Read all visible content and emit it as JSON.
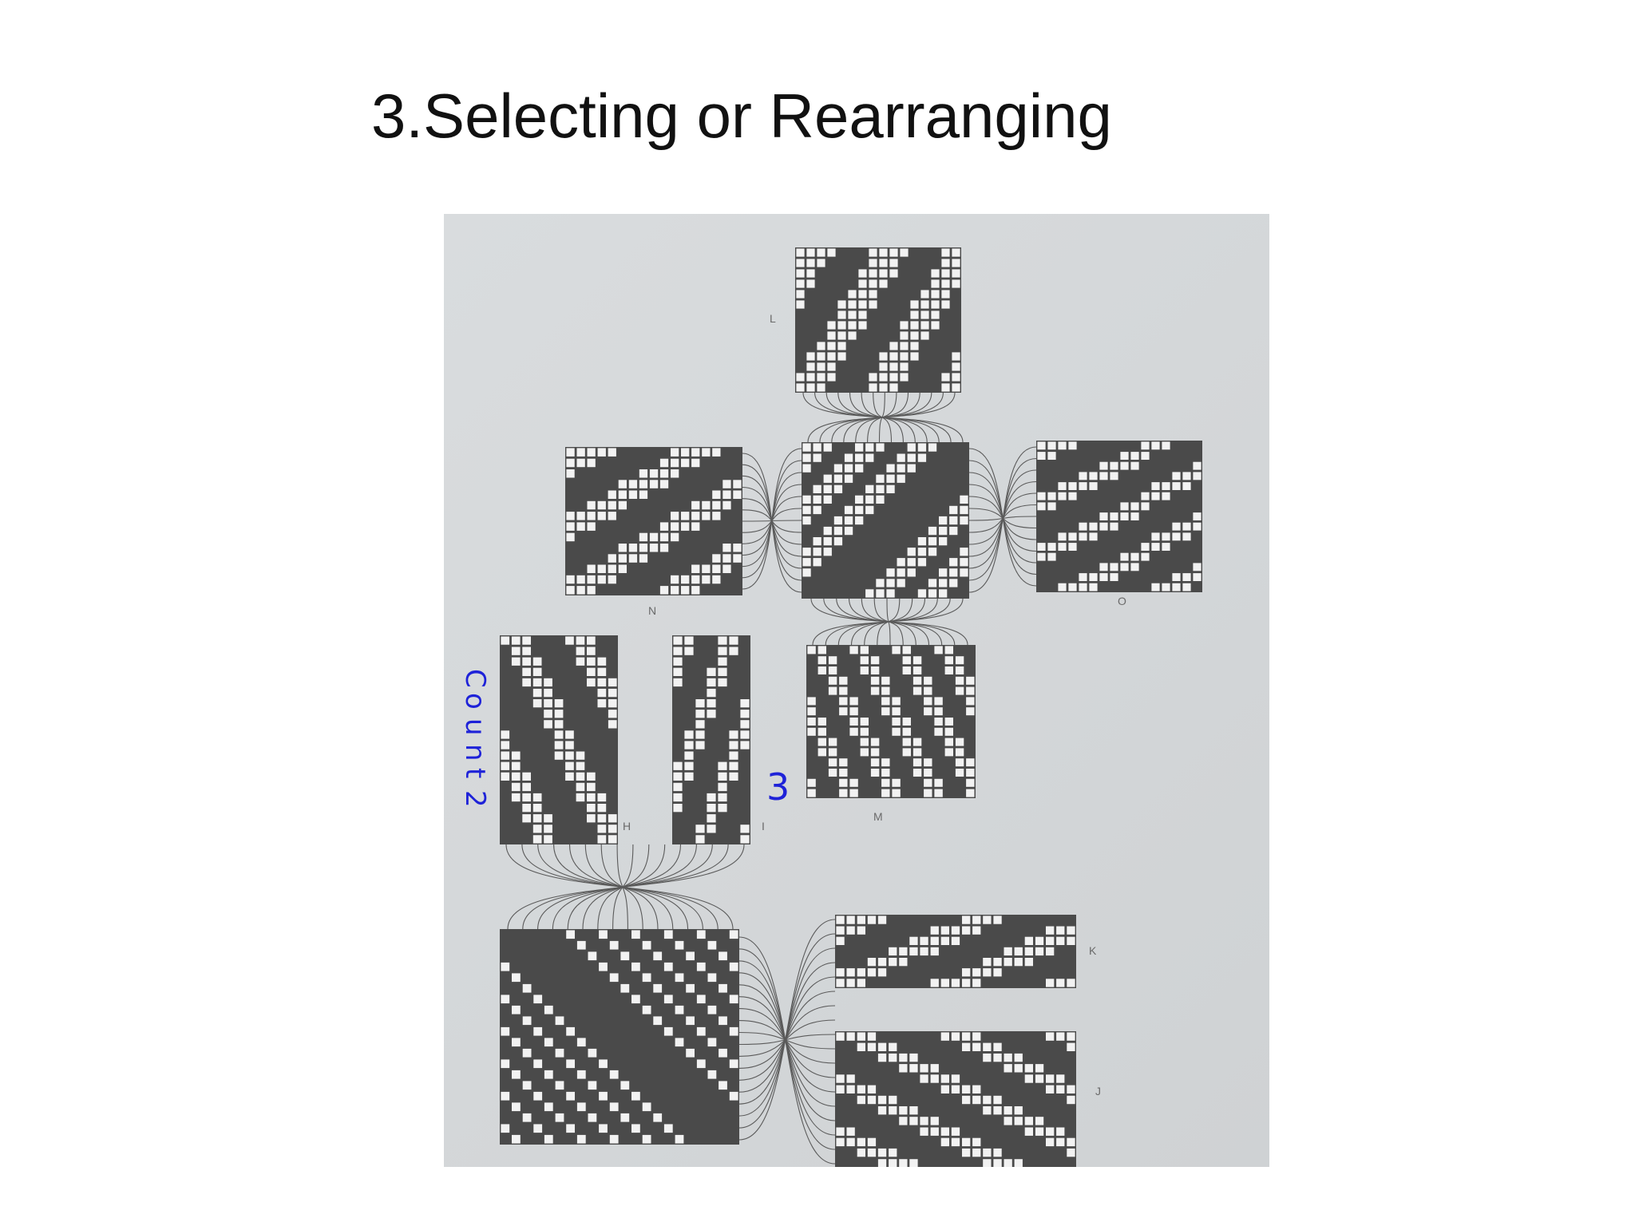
{
  "slide": {
    "title": "3.Selecting or Rearranging"
  },
  "figure": {
    "panel_labels": {
      "L": "L",
      "N": "N",
      "O": "O",
      "M": "M",
      "H": "H",
      "I": "I",
      "K": "K",
      "J": "J"
    },
    "handwriting": {
      "count_letters": [
        "C",
        "o",
        "u",
        "n",
        "t",
        "2"
      ],
      "number": "3",
      "color": "#1e22d8"
    },
    "colors": {
      "dark": "#4a4a4a",
      "cell": "#f2f2f2",
      "line": "#5a5a5a"
    }
  }
}
